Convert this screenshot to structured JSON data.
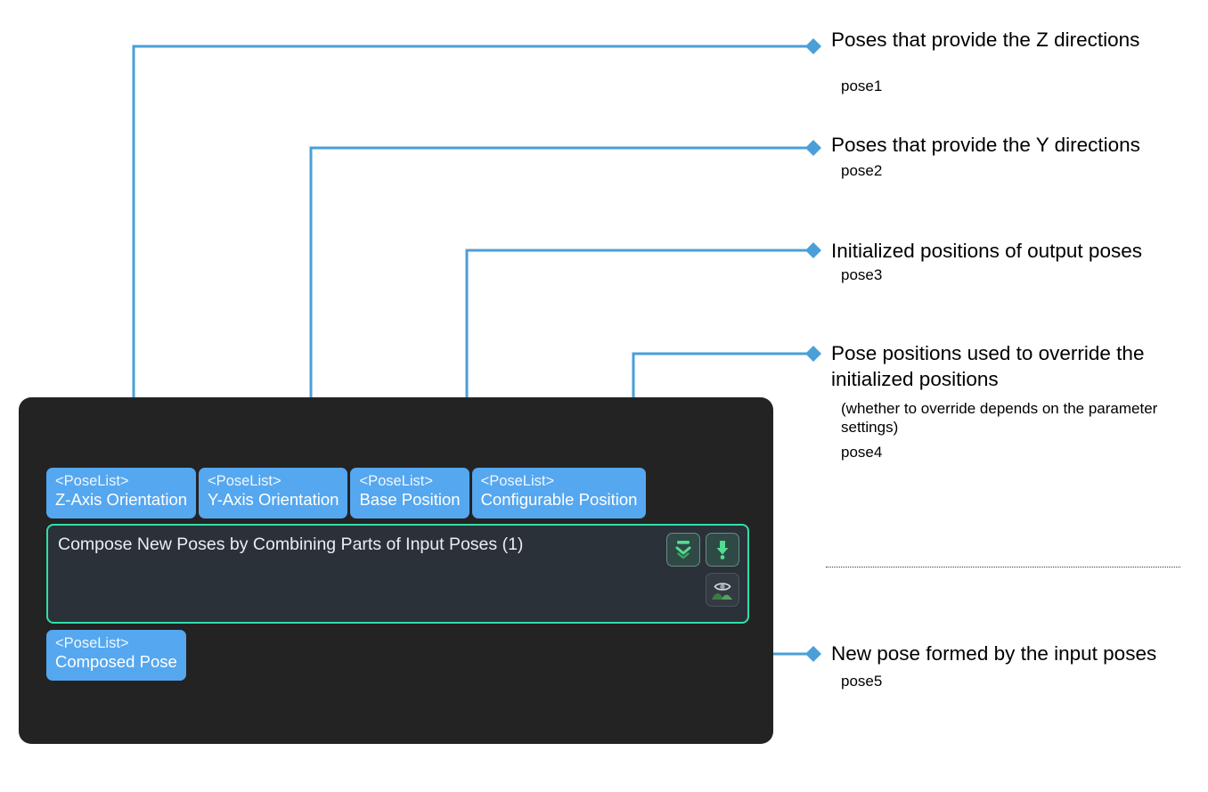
{
  "node": {
    "title": "Compose New Poses by Combining Parts of Input Poses (1)",
    "accent_color": "#2fe0a8",
    "panel_color": "#232323",
    "port_color": "#55a7ef",
    "connector_color": "#4a9fd8",
    "input_ports": [
      {
        "type": "<PoseList>",
        "label": "Z-Axis Orientation"
      },
      {
        "type": "<PoseList>",
        "label": "Y-Axis Orientation"
      },
      {
        "type": "<PoseList>",
        "label": "Base Position"
      },
      {
        "type": "<PoseList>",
        "label": "Configurable Position"
      }
    ],
    "output_port": {
      "type": "<PoseList>",
      "label": "Composed Pose"
    },
    "buttons": [
      {
        "name": "collapse-icon",
        "tooltip": "collapse"
      },
      {
        "name": "pin-icon",
        "tooltip": "pin"
      },
      {
        "name": "preview-icon",
        "tooltip": "preview"
      }
    ]
  },
  "annotations": [
    {
      "title": "Poses that provide the Z directions",
      "note": "",
      "pose": "pose1"
    },
    {
      "title": "Poses that provide the Y directions",
      "note": "",
      "pose": "pose2"
    },
    {
      "title": "Initialized positions of output poses",
      "note": "",
      "pose": "pose3"
    },
    {
      "title": "Pose positions used to override the initialized positions",
      "note": "(whether to override depends on the parameter settings)",
      "pose": "pose4"
    },
    {
      "title": "New pose formed by the input poses",
      "note": "",
      "pose": "pose5"
    }
  ]
}
